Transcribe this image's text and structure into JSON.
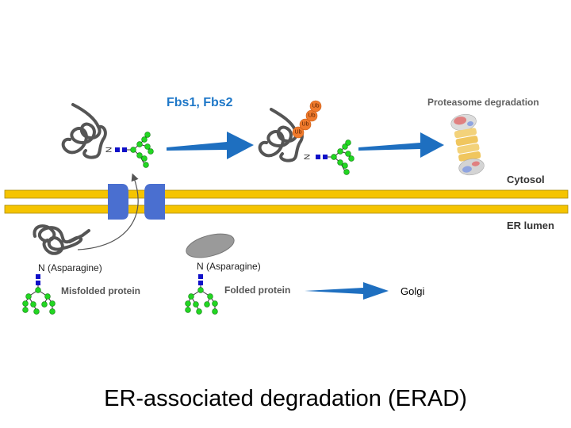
{
  "labels": {
    "enzymes": "Fbs1, Fbs2",
    "proteasome": "Proteasome degradation",
    "cytosol": "Cytosol",
    "er_lumen": "ER lumen",
    "asparagine_misfolded": "N (Asparagine)",
    "asparagine_folded": "N (Asparagine)",
    "misfolded_protein": "Misfolded protein",
    "folded_protein": "Folded protein",
    "golgi": "Golgi",
    "nitrogen_1": "N",
    "nitrogen_2": "N"
  },
  "ubiquitin": [
    "Ub",
    "Ub",
    "Ub",
    "Ub"
  ],
  "caption": "ER-associated degradation (ERAD)",
  "colors": {
    "membrane": "#f5c400",
    "translocon": "#4a6fd0",
    "arrow": "#1e6fc0",
    "glycan_sugar": "#22d622",
    "glcnac": "#1010c8",
    "ubiquitin": "#f07a2c",
    "protein_chain": "#4a4a4a",
    "folded_protein": "#9a9a9a"
  }
}
